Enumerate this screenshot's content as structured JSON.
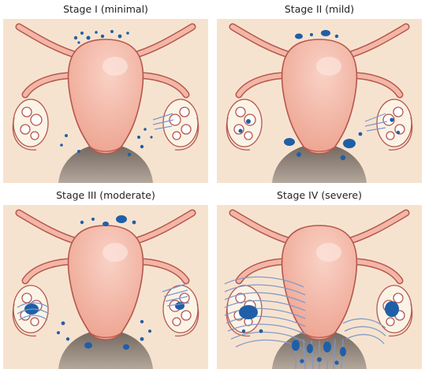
{
  "stages": [
    {
      "title": "Stage I (minimal)"
    },
    {
      "title": "Stage II (mild)"
    },
    {
      "title": "Stage III (moderate)"
    },
    {
      "title": "Stage IV (severe)"
    }
  ],
  "colors": {
    "panel_bg": "#f6e3cf",
    "uterus": "#f3b6a6",
    "uterus_outline": "#b5574d",
    "lesion": "#1f5fa8",
    "adhesion": "#7f97c9",
    "ovary": "#fbf3e6",
    "vaginal_canal": "#9a8b80"
  }
}
